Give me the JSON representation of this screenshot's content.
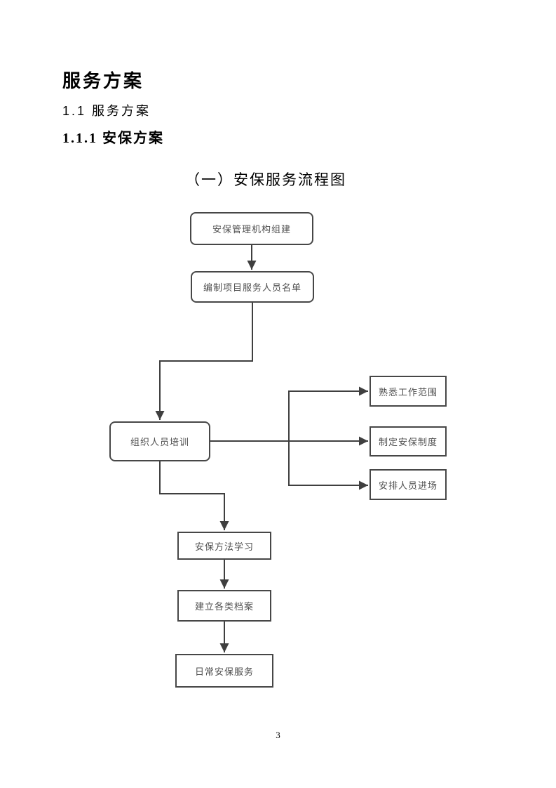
{
  "document": {
    "heading1": "服务方案",
    "heading2": "1.1 服务方案",
    "heading3": "1.1.1 安保方案",
    "diagram_title": "（一）安保服务流程图",
    "page_number": "3"
  },
  "flowchart": {
    "nodes": [
      {
        "id": "security-org-formation",
        "label": "安保管理机构组建",
        "shape": "rounded"
      },
      {
        "id": "staff-list-compilation",
        "label": "编制项目服务人员名单",
        "shape": "rounded"
      },
      {
        "id": "personnel-training",
        "label": "组织人员培训",
        "shape": "rounded"
      },
      {
        "id": "familiarize-work-scope",
        "label": "熟悉工作范围",
        "shape": "rect"
      },
      {
        "id": "establish-security-rules",
        "label": "制定安保制度",
        "shape": "rect"
      },
      {
        "id": "arrange-staff-entry",
        "label": "安排人员进场",
        "shape": "rect"
      },
      {
        "id": "security-method-learning",
        "label": "安保方法学习",
        "shape": "rect"
      },
      {
        "id": "create-archives",
        "label": "建立各类档案",
        "shape": "rect"
      },
      {
        "id": "daily-security-service",
        "label": "日常安保服务",
        "shape": "rect"
      }
    ],
    "colors": {
      "connector": "#3f3f3f",
      "node_border": "#474747",
      "node_text": "#4f4f4f",
      "heading_text": "#000000",
      "page_background": "#ffffff"
    }
  }
}
